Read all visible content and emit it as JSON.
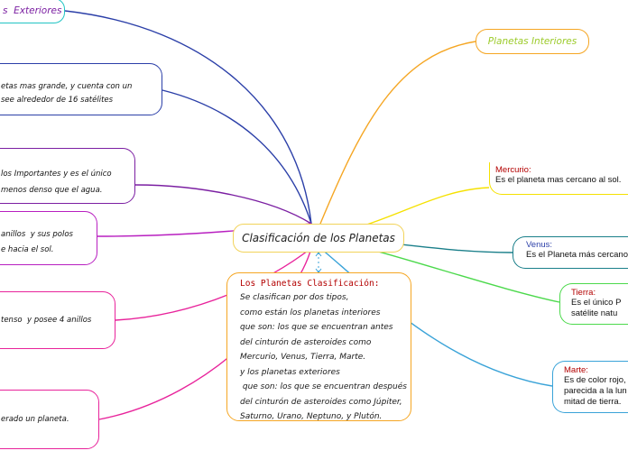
{
  "central": {
    "title": "Clasificación de los Planetas"
  },
  "description": {
    "heading": "Los Planetas Clasificación:",
    "lines": [
      "Se clasifican por dos tipos,",
      "como están los planetas interiores",
      "que son: los que se encuentran antes",
      "del cinturón de asteroides como",
      "Mercurio, Venus, Tierra, Marte.",
      "y los planetas exteriores",
      " que son: los que se encuentran después",
      "del cinturón de asteroides como Júpiter,",
      "Saturno, Urano, Neptuno, y Plutón."
    ]
  },
  "left": {
    "exteriores": "s  Exteriores",
    "jupiter": [
      "etas mas grande, y  cuenta con un",
      "see alrededor de 16 satélites"
    ],
    "saturno": [
      "los Importantes y es el único",
      "menos denso que el agua."
    ],
    "urano": [
      "anillos  y sus polos",
      "e hacia el sol."
    ],
    "neptuno": "tenso  y posee 4 anillos",
    "pluton": "erado un planeta."
  },
  "right": {
    "interiores": "Planetas Interiores",
    "mercurio": {
      "label": "Mercurio:",
      "text": "Es el planeta mas cercano al sol."
    },
    "venus": {
      "label": "Venus:",
      "text": "Es el Planeta más cercano"
    },
    "tierra": {
      "label": "Tierra:",
      "lines": [
        "Es el único P",
        "satélite natu"
      ]
    },
    "marte": {
      "label": "Marte:",
      "lines": [
        "Es de color rojo,",
        "parecida a la lun",
        "mitad de tierra."
      ]
    }
  },
  "colors": {
    "exteriores": "#22c4c4",
    "jupiter": "#2b3fa8",
    "saturno": "#7b1fa2",
    "urano": "#b81fc0",
    "neptuno": "#e8239b",
    "pluton": "#e8239b",
    "interiores": "#f5a623",
    "mercurio": "#f5e100",
    "venus": "#1a7f8a",
    "tierra": "#4cd94c",
    "marte": "#3aa3d8",
    "central": "#f2d35a",
    "description": "#f5a623"
  }
}
